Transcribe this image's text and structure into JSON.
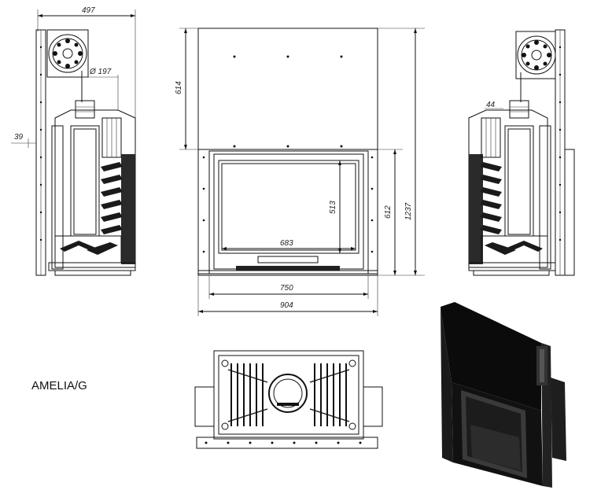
{
  "model_name": "AMELIA/G",
  "dimensions": {
    "side_width": "497",
    "flue_diameter": "Ø 197",
    "offset_left": "39",
    "upper_height": "614",
    "glass_height": "513",
    "door_height": "612",
    "total_height": "1237",
    "glass_width": "683",
    "door_width": "750",
    "total_width": "904",
    "side_small": "44"
  },
  "colors": {
    "line": "#111111",
    "solid": "#0b0b0b"
  }
}
